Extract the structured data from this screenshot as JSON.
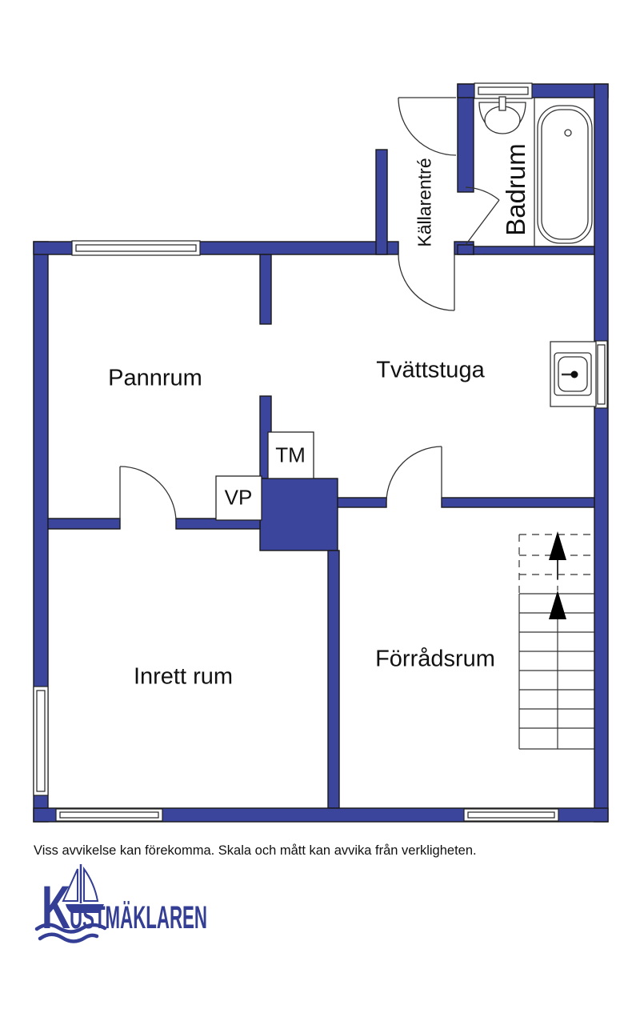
{
  "floorplan": {
    "rooms": [
      {
        "id": "kallarentre",
        "label": "Källarentré"
      },
      {
        "id": "badrum",
        "label": "Badrum"
      },
      {
        "id": "pannrum",
        "label": "Pannrum"
      },
      {
        "id": "tvattstuga",
        "label": "Tvättstuga"
      },
      {
        "id": "inrett_rum",
        "label": "Inrett rum"
      },
      {
        "id": "forradsrum",
        "label": "Förrådsrum"
      }
    ],
    "appliances": [
      {
        "id": "tm",
        "label": "TM"
      },
      {
        "id": "vp",
        "label": "VP"
      }
    ],
    "colors": {
      "wall": "#3b459b",
      "outline": "#1a1a1a",
      "fixture_line": "#333333",
      "logo_blue": "#333e94"
    }
  },
  "disclaimer": "Viss avvikelse kan förekomma. Skala och mått kan avvika från verkligheten.",
  "logo": {
    "initial": "K",
    "rest": "USTMÄKLAREN"
  }
}
